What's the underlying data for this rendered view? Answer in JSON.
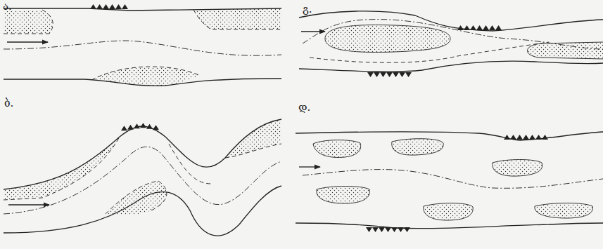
{
  "diagram": {
    "labels": [
      "ა.",
      "ბ.",
      "გ.",
      "დ."
    ]
  }
}
